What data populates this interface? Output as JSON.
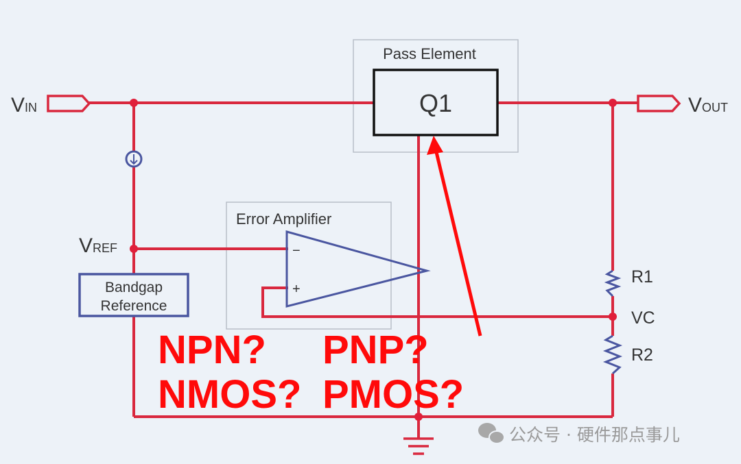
{
  "labels": {
    "vin": "V",
    "vin_sub": "IN",
    "vout": "V",
    "vout_sub": "OUT",
    "vref": "V",
    "vref_sub": "REF",
    "pass_element": "Pass Element",
    "q1": "Q1",
    "error_amp": "Error Amplifier",
    "bandgap_line1": "Bandgap",
    "bandgap_line2": "Reference",
    "r1": "R1",
    "vc": "VC",
    "r2": "R2",
    "opamp_minus": "−",
    "opamp_plus": "+"
  },
  "annotations": {
    "line1_a": "NPN?",
    "line1_b": "PNP?",
    "line2_a": "NMOS?",
    "line2_b": "PMOS?"
  },
  "watermark": "公众号 · 硬件那点事儿",
  "colors": {
    "wire": "#d9283e",
    "component": "#4a56a0",
    "annotation": "#ff0a0a",
    "background": "#edf2f8"
  }
}
